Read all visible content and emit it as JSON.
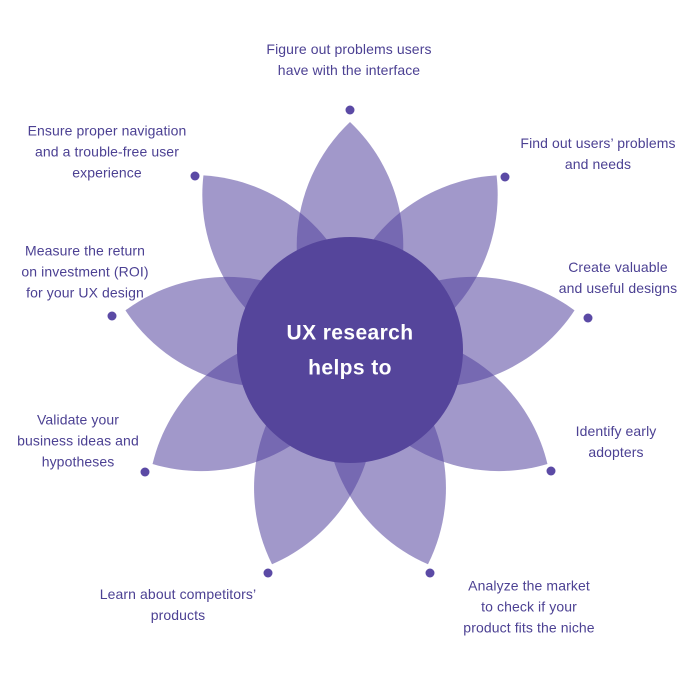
{
  "center": {
    "title": "UX research\nhelps to"
  },
  "items": [
    {
      "position": "top",
      "label": "Figure out problems users\nhave with the interface"
    },
    {
      "position": "top-right",
      "label": "Find out users’ problems\nand needs"
    },
    {
      "position": "right",
      "label": "Create valuable\nand useful designs"
    },
    {
      "position": "lower-right",
      "label": "Identify early\nadopters"
    },
    {
      "position": "bottom-right",
      "label": "Analyze the market\nto check if your\nproduct fits the niche"
    },
    {
      "position": "bottom-left",
      "label": "Learn about competitors’\nproducts"
    },
    {
      "position": "lower-left",
      "label": "Validate your\nbusiness ideas and\nhypotheses"
    },
    {
      "position": "left",
      "label": "Measure the return\non investment (ROI)\nfor your UX design"
    },
    {
      "position": "top-left",
      "label": "Ensure proper navigation\nand a trouble-free user\nexperience"
    }
  ],
  "colors": {
    "petal": "#54439f",
    "center_circle": "#55459b",
    "dot": "#5b4aa5",
    "label_text": "#4c4193",
    "center_text": "#ffffff"
  }
}
